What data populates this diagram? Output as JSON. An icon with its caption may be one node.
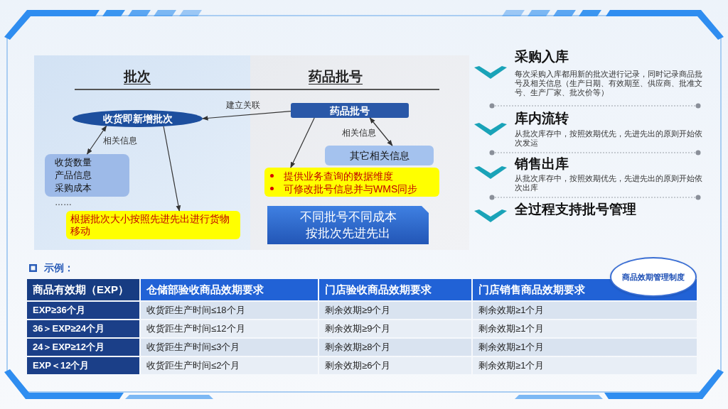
{
  "diagram": {
    "nodes": [
      {
        "text": [
          "批次"
        ]
      },
      {
        "text": [
          "药品批号"
        ]
      },
      {
        "text": [
          "收货即新增批次"
        ],
        "in": 0
      },
      {
        "text": [
          "收货数量",
          "产品信息",
          "采购成本"
        ],
        "in": 0
      },
      {
        "text": [
          "根据批次大小按照先进先出进行货物移动"
        ],
        "in": 0
      },
      {
        "text": [
          "药品批号"
        ],
        "in": 1
      },
      {
        "text": [
          "其它相关信息"
        ],
        "in": 1
      },
      {
        "text": [
          "提供业务查询的数据维度",
          "可修改批号信息并与WMS同步"
        ],
        "in": 1
      },
      {
        "text": [
          "不同批号不同成本",
          "按批次先进先出"
        ],
        "in": 1
      },
      {
        "text": [
          "商品效期管理制度"
        ]
      }
    ],
    "edges": [
      {
        "from": 5,
        "to": 2,
        "arrow": "to",
        "label": "建立关联"
      },
      {
        "from": 2,
        "to": 3,
        "arrow": "both",
        "label": "相关信息"
      },
      {
        "from": 2,
        "to": 4,
        "arrow": "to"
      },
      {
        "from": 5,
        "to": 6,
        "arrow": "both",
        "label": "相关信息"
      },
      {
        "from": 5,
        "to": 7,
        "arrow": "to"
      }
    ],
    "labels": [
      "……",
      "采购入库",
      "每次采购入库都用新的批次进行记录，同时记录商品批号及相关信息（生产日期、有效期至、供应商、批准文号、生产厂家、批次价等）",
      "库内流转",
      "从批次库存中，按照效期优先，先进先出的原则开始依次发运",
      "销售出库",
      "从批次库存中，按照效期优先，先进先出的原则开始依次出库",
      "全过程支持批号管理",
      "示例：",
      "商品有效期（EXP）",
      "仓储部验收商品效期要求",
      "门店验收商品效期要求",
      "门店销售商品效期要求",
      "EXP≥36个月",
      "收货距生产时间≤18个月",
      "剩余效期≥9个月",
      "剩余效期≥1个月",
      "36＞EXP≥24个月",
      "收货距生产时间≤12个月",
      "剩余效期≥9个月",
      "剩余效期≥1个月",
      "24＞EXP≥12个月",
      "收货距生产时间≤3个月",
      "剩余效期≥8个月",
      "剩余效期≥1个月",
      "EXP＜12个月",
      "收货距生产时间≤2个月",
      "剩余效期≥6个月",
      "剩余效期≥1个月"
    ]
  }
}
